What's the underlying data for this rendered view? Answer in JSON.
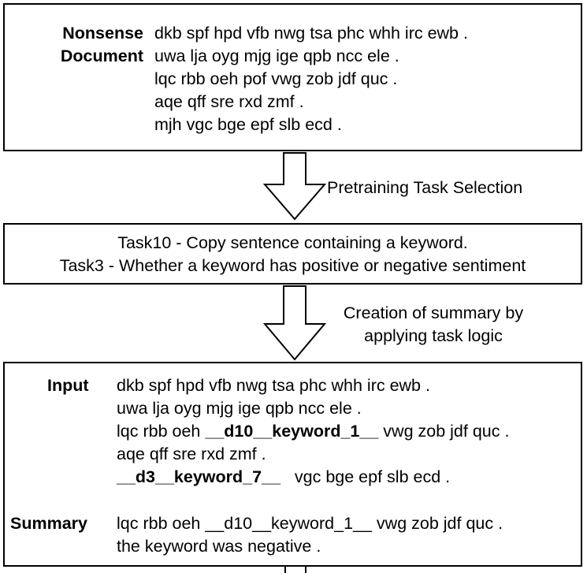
{
  "doc_box": {
    "label_line1": "Nonsense",
    "label_line2": "Document",
    "lines": [
      "dkb spf hpd vfb nwg tsa phc whh irc ewb .",
      "uwa lja oyg mjg ige qpb ncc ele .",
      "lqc rbb oeh pof vwg zob jdf quc .",
      "aqe qff sre rxd zmf .",
      "mjh vgc bge epf slb ecd ."
    ]
  },
  "arrow1": {
    "label": "Pretraining Task Selection"
  },
  "task_box": {
    "lines": [
      "Task10 - Copy sentence containing a keyword.",
      "Task3 - Whether a keyword has positive or negative sentiment"
    ]
  },
  "arrow2": {
    "label_line1": "Creation of summary by",
    "label_line2": "applying task logic"
  },
  "io_box": {
    "input_label": "Input",
    "input_line1": "dkb spf hpd vfb nwg tsa phc whh irc ewb .",
    "input_line2": "uwa lja oyg mjg ige qpb ncc ele .",
    "input_line3_pre": "lqc rbb oeh",
    "input_line3_kw": "__d10__keyword_1__",
    "input_line3_post": "vwg zob jdf quc .",
    "input_line4": "aqe qff sre rxd zmf .",
    "input_line5_kw": "__d3__keyword_7__",
    "input_line5_post": "vgc bge epf slb ecd .",
    "summary_label": "Summary",
    "summary_line1": "lqc rbb oeh __d10__keyword_1__ vwg zob jdf quc .",
    "summary_line2": "the keyword was negative ."
  }
}
